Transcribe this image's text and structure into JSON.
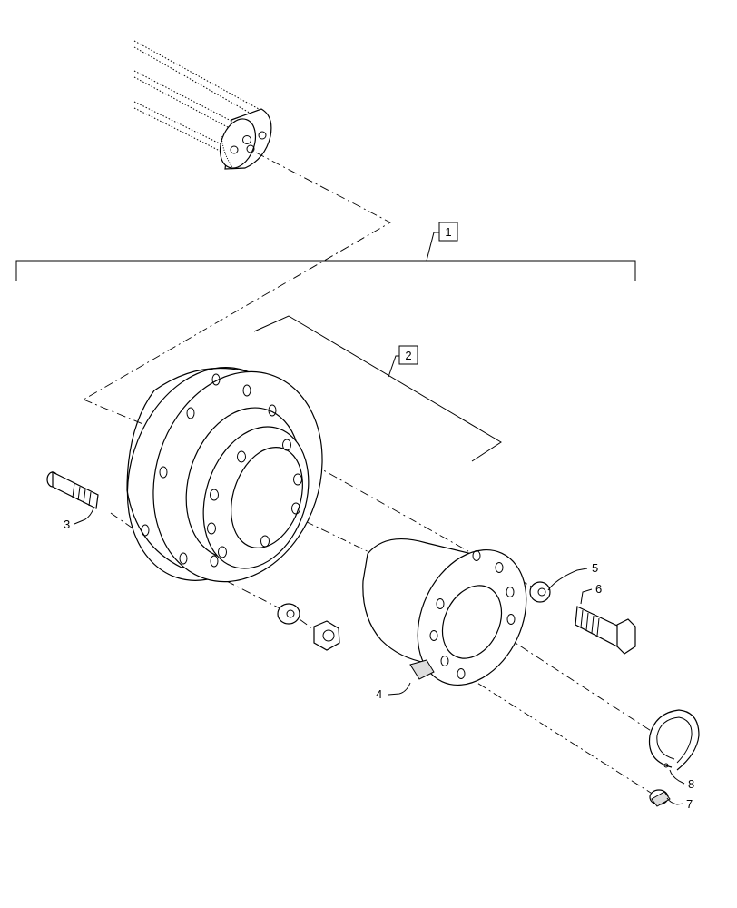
{
  "diagram": {
    "type": "exploded-parts-view",
    "callouts": [
      {
        "id": "1",
        "label": "1",
        "boxed": true
      },
      {
        "id": "2",
        "label": "2",
        "boxed": true
      },
      {
        "id": "3",
        "label": "3",
        "boxed": false
      },
      {
        "id": "4",
        "label": "4",
        "boxed": false
      },
      {
        "id": "5",
        "label": "5",
        "boxed": false
      },
      {
        "id": "6",
        "label": "6",
        "boxed": false
      },
      {
        "id": "7",
        "label": "7",
        "boxed": false
      },
      {
        "id": "8",
        "label": "8",
        "boxed": false
      }
    ]
  }
}
